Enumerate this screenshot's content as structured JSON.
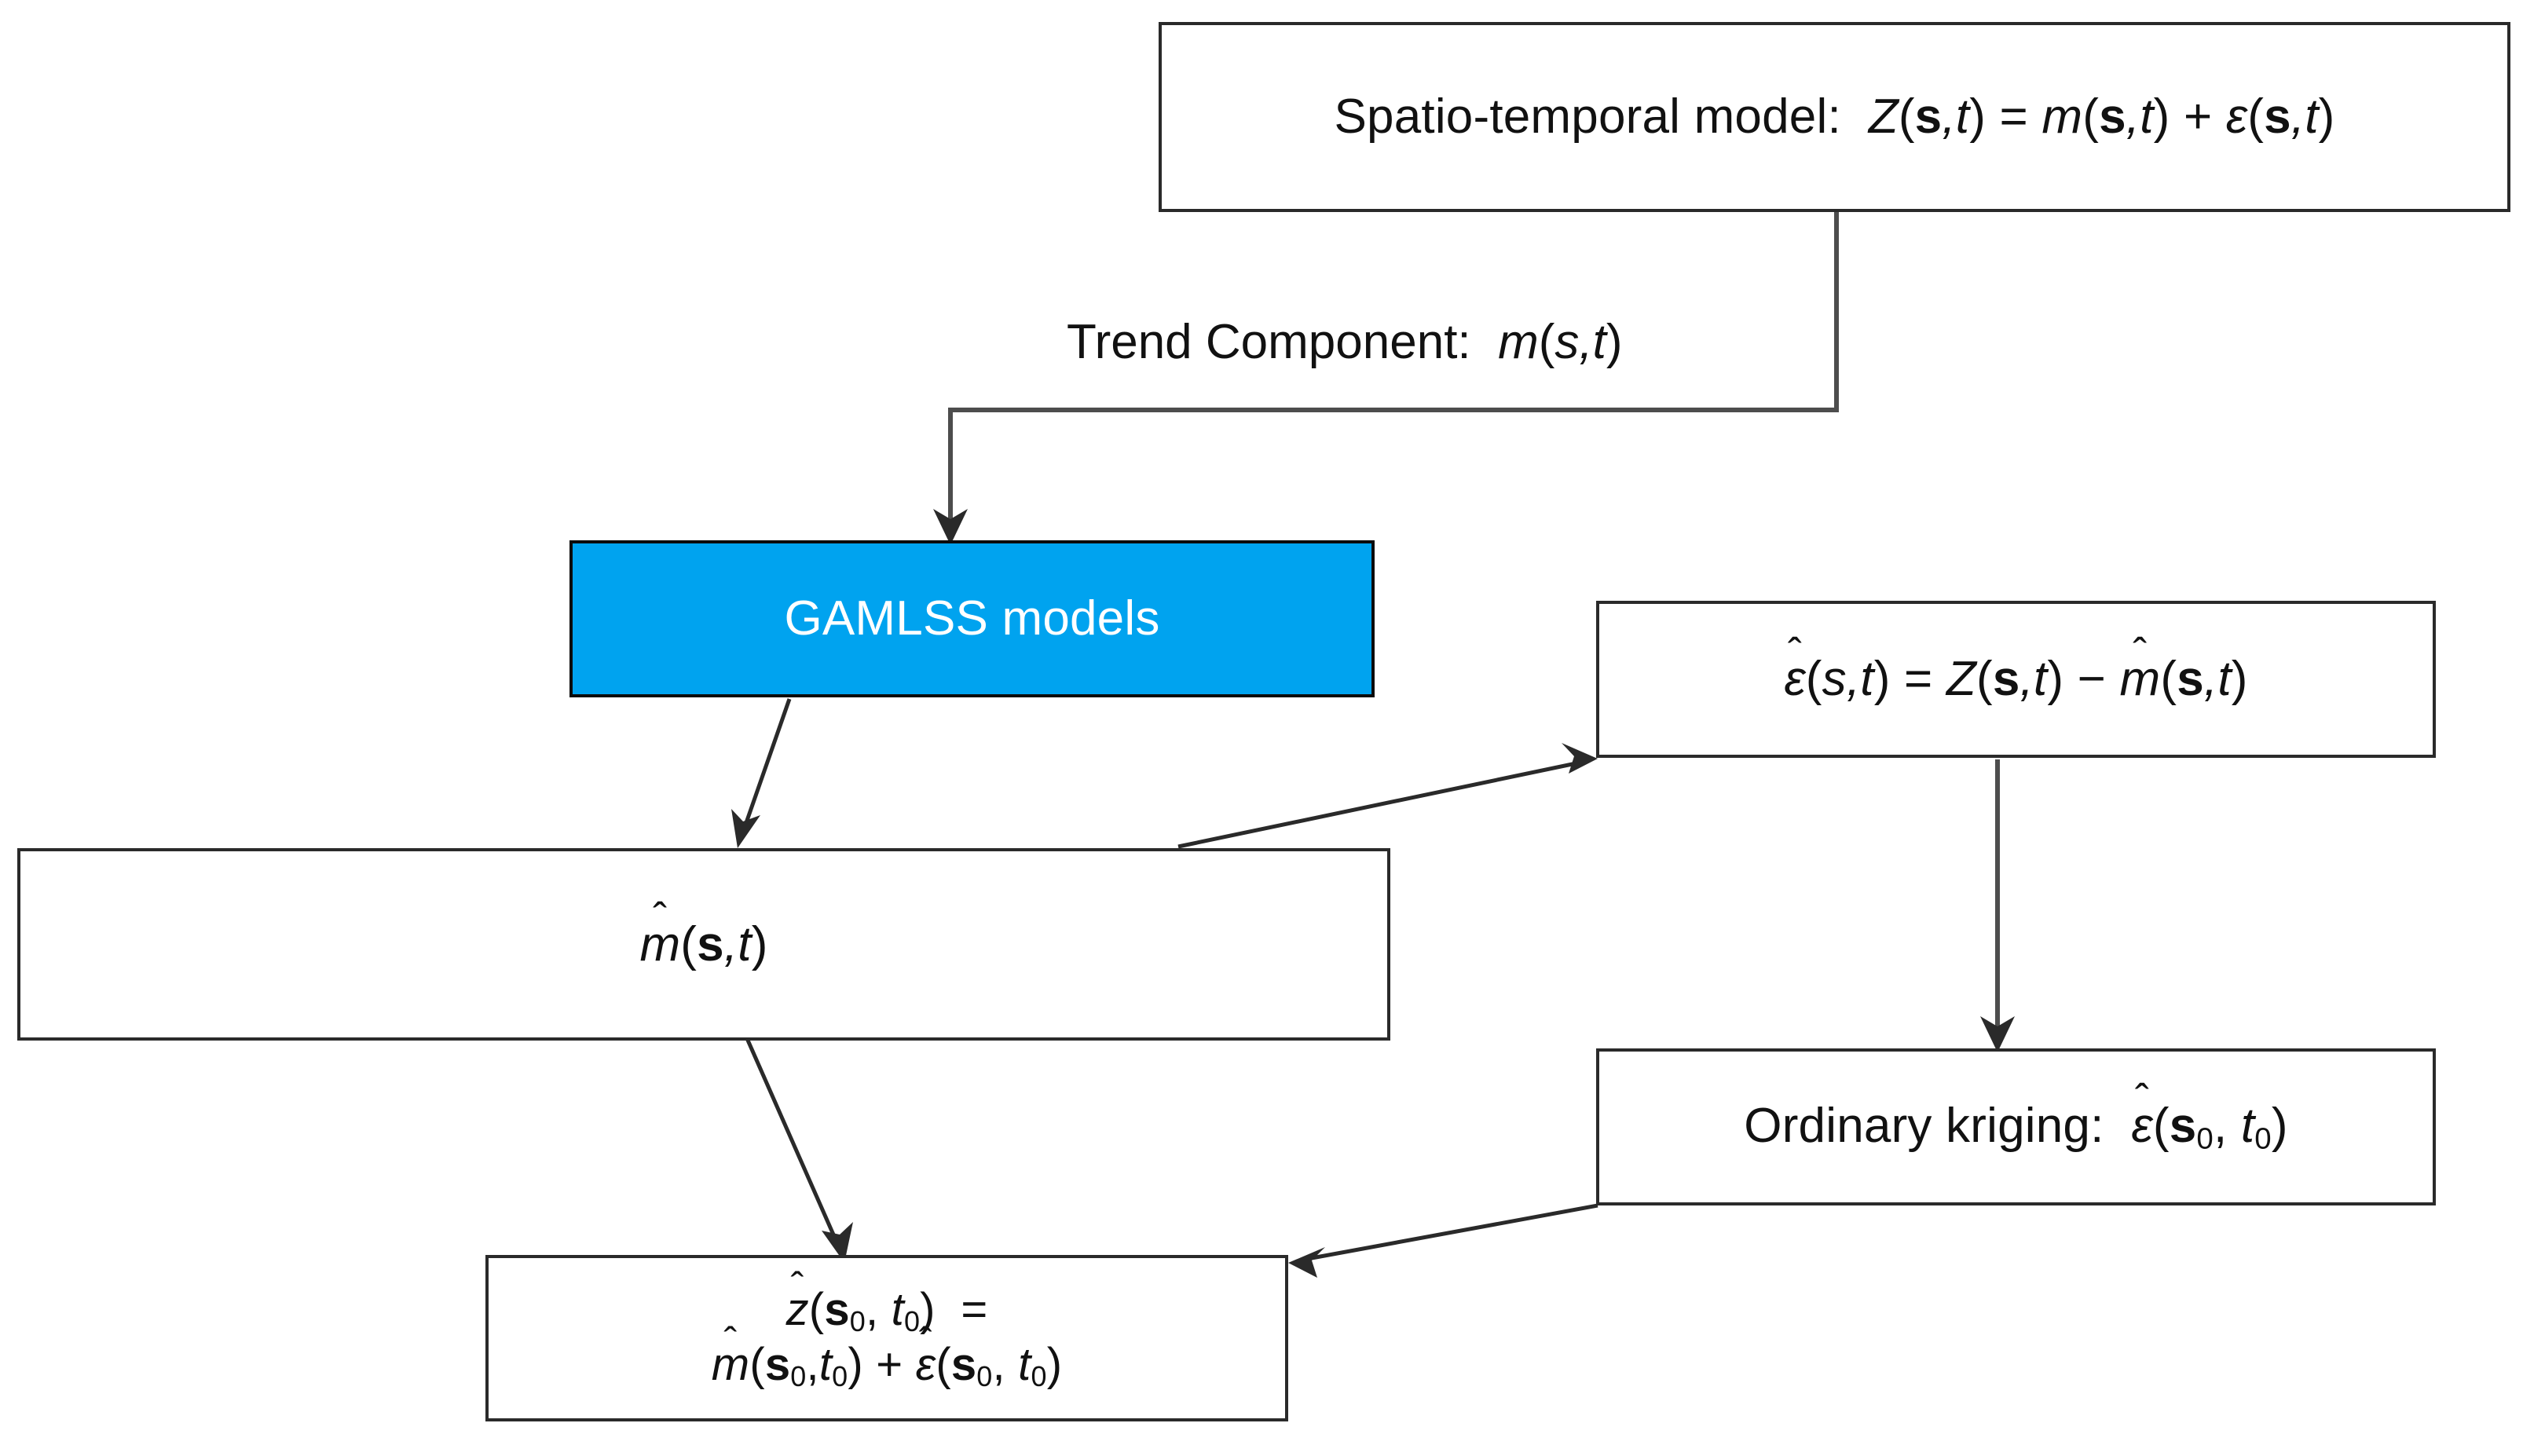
{
  "diagram": {
    "title": "Spatio-temporal prediction workflow",
    "background_color": "#ffffff",
    "accent_color": "#00a3ef",
    "line_color": "#4d4d4d",
    "text_color": "#111111",
    "nodes": [
      {
        "id": "spatio-temporal-model",
        "text": "Spatio-temporal model:  Z(s,t) = m(s,t) + ε(s,t)",
        "fill": "#ffffff"
      },
      {
        "id": "gamlss-models",
        "text": "GAMLSS models",
        "fill": "#00a3ef"
      },
      {
        "id": "residual-definition",
        "text": "ε̂(s,t) = Z(s,t) − m̂(s,t)",
        "fill": "#ffffff"
      },
      {
        "id": "trend-estimate",
        "text": "m̂(s,t)",
        "fill": "#ffffff"
      },
      {
        "id": "ordinary-kriging",
        "text": "Ordinary kriging:  ε̂(s₀, t₀)",
        "fill": "#ffffff"
      },
      {
        "id": "final-prediction",
        "text": "ẑ(s₀, t₀)  =  m̂(s₀,t₀) + ε̂(s₀, t₀)",
        "fill": "#ffffff"
      }
    ],
    "edges": [
      {
        "id": "trend-component-edge",
        "from": "spatio-temporal-model",
        "to": "gamlss-models",
        "label": "Trend Component:  m(s,t)"
      },
      {
        "id": "gamlss-to-trend-estimate",
        "from": "gamlss-models",
        "to": "trend-estimate",
        "label": ""
      },
      {
        "id": "trend-estimate-to-residual",
        "from": "trend-estimate",
        "to": "residual-definition",
        "label": ""
      },
      {
        "id": "residual-to-kriging",
        "from": "residual-definition",
        "to": "ordinary-kriging",
        "label": ""
      },
      {
        "id": "trend-estimate-to-prediction",
        "from": "trend-estimate",
        "to": "final-prediction",
        "label": ""
      },
      {
        "id": "kriging-to-prediction",
        "from": "ordinary-kriging",
        "to": "final-prediction",
        "label": ""
      }
    ]
  },
  "labels": {
    "top_box": {
      "prefix": "Spatio-temporal model:",
      "lhs": "Z",
      "args": "(s,t)",
      "eq": "=",
      "trend": "m",
      "plus": "+",
      "eps": "ε"
    },
    "trend_edge": {
      "prefix": "Trend Component:",
      "symbol": "m",
      "args": "(s,t)"
    },
    "gamlss": "GAMLSS models",
    "residual_box": {
      "eps": "ε",
      "args": "(s,t)",
      "eq": "=",
      "z": "Z",
      "minus": "−",
      "m": "m"
    },
    "trend_estimate_box": {
      "m": "m",
      "args": "(s,t)"
    },
    "kriging_box": {
      "prefix": "Ordinary kriging:",
      "eps": "ε",
      "open": "(",
      "s": "s",
      "zero": "0",
      "comma": ",",
      "t": "t",
      "close": ")"
    },
    "prediction_box": {
      "line1_z": "z",
      "line1_args_open": "(",
      "line1_s": "s",
      "line1_zero": "0",
      "line1_comma": ",",
      "line1_t": "t",
      "line1_close": ")",
      "line1_eq": "=",
      "line2_m": "m",
      "line2_plus": "+",
      "line2_eps": "ε"
    },
    "hat_mark": "ˆ"
  }
}
